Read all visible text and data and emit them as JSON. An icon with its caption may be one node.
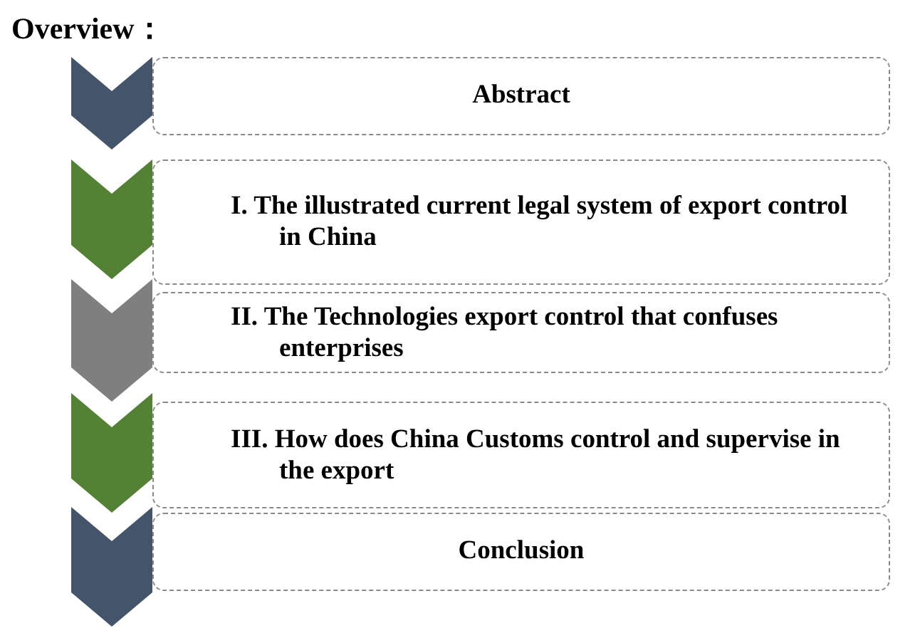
{
  "diagram": {
    "title": "Overview：",
    "nodes": [
      {
        "text": [
          "Abstract"
        ]
      },
      {
        "text": [
          "I. The illustrated current legal system of export control in China"
        ]
      },
      {
        "text": [
          "II. The Technologies export control that confuses enterprises"
        ]
      },
      {
        "text": [
          "III. How does China Customs control and supervise in the export"
        ]
      },
      {
        "text": [
          "Conclusion"
        ]
      }
    ],
    "edges": []
  }
}
